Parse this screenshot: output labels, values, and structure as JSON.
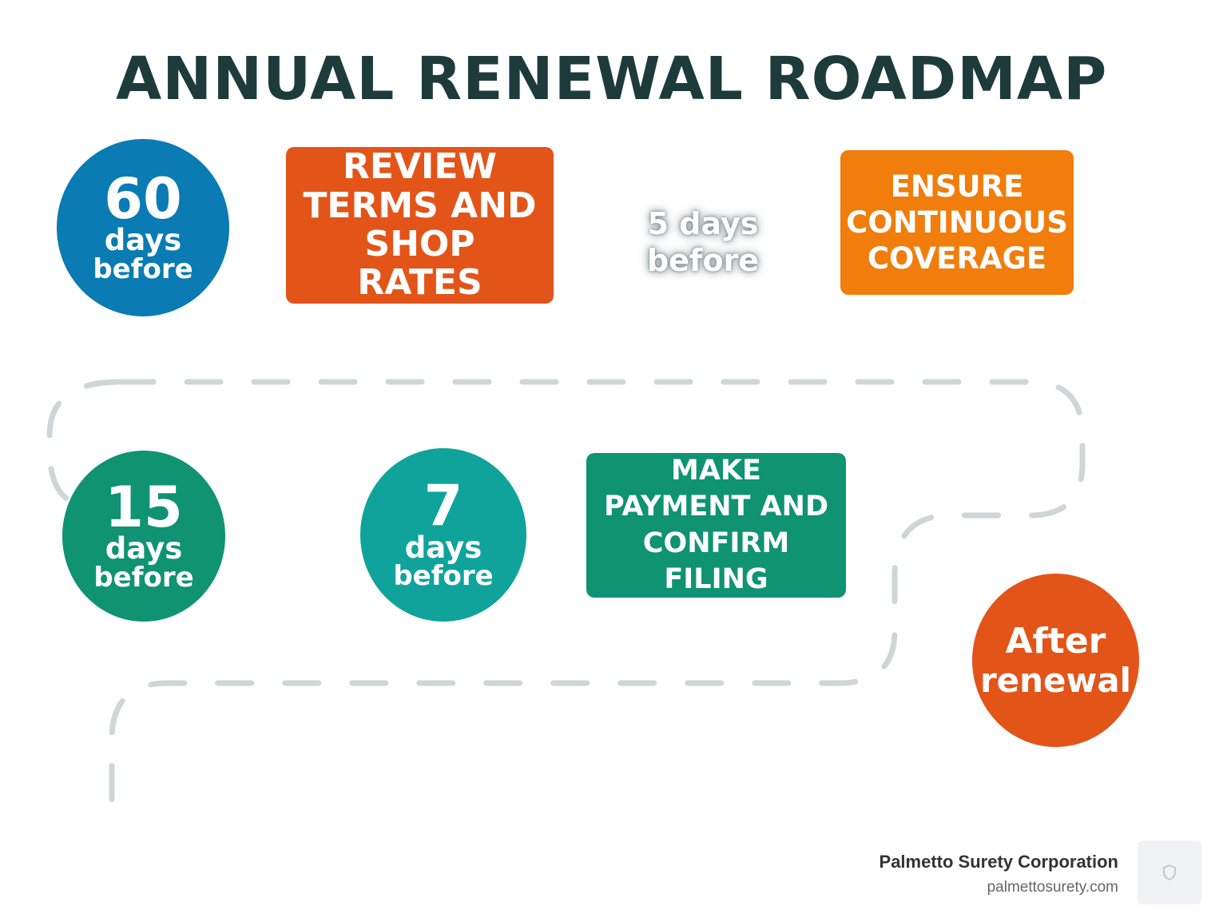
{
  "title": "ANNUAL RENEWAL ROADMAP",
  "colors": {
    "blue": "#0a7bb3",
    "orange_red": "#e35419",
    "orange": "#f07d0c",
    "green": "#0f9372",
    "teal": "#0fa39c",
    "path": "#cfd6d6"
  },
  "steps": [
    {
      "num": "60",
      "line1": "days",
      "line2": "before"
    },
    {
      "num": "15",
      "line1": "days",
      "line2": "before"
    },
    {
      "num": "7",
      "line1": "days",
      "line2": "before"
    },
    {
      "line1": "After",
      "line2": "renewal"
    }
  ],
  "floating_label": {
    "line1": "5 days",
    "line2": "before"
  },
  "actions": [
    {
      "line1": "REVIEW",
      "line2": "TERMS AND",
      "line3": "SHOP RATES"
    },
    {
      "line1": "ENSURE",
      "line2": "CONTINUOUS",
      "line3": "COVERAGE"
    },
    {
      "line1": "MAKE",
      "line2": "PAYMENT AND",
      "line3": "CONFIRM FILING"
    }
  ],
  "footer": {
    "company": "Palmetto Surety Corporation",
    "url": "palmettosurety.com",
    "logo_icon": "shield-icon"
  }
}
